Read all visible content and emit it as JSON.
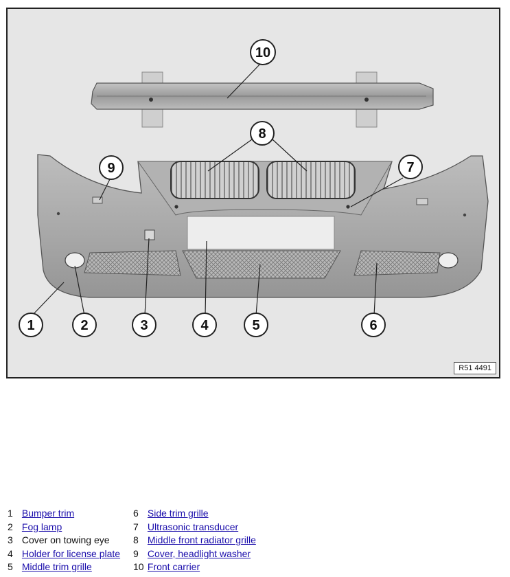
{
  "figure": {
    "code": "R51 4491",
    "callouts": [
      "1",
      "2",
      "3",
      "4",
      "5",
      "6",
      "7",
      "8",
      "9",
      "10"
    ]
  },
  "parts": [
    {
      "num": "1",
      "label": "Bumper trim",
      "link": true
    },
    {
      "num": "2",
      "label": "Fog lamp",
      "link": true
    },
    {
      "num": "3",
      "label": "Cover on towing eye",
      "link": false
    },
    {
      "num": "4",
      "label": "Holder for license plate",
      "link": true
    },
    {
      "num": "5",
      "label": "Middle trim grille",
      "link": true
    },
    {
      "num": "6",
      "label": "Side trim grille",
      "link": true
    },
    {
      "num": "7",
      "label": "Ultrasonic transducer",
      "link": true
    },
    {
      "num": "8",
      "label": "Middle front radiator grille",
      "link": true
    },
    {
      "num": "9",
      "label": "Cover, headlight washer",
      "link": true
    },
    {
      "num": "10",
      "label": "Front carrier",
      "link": true
    }
  ]
}
